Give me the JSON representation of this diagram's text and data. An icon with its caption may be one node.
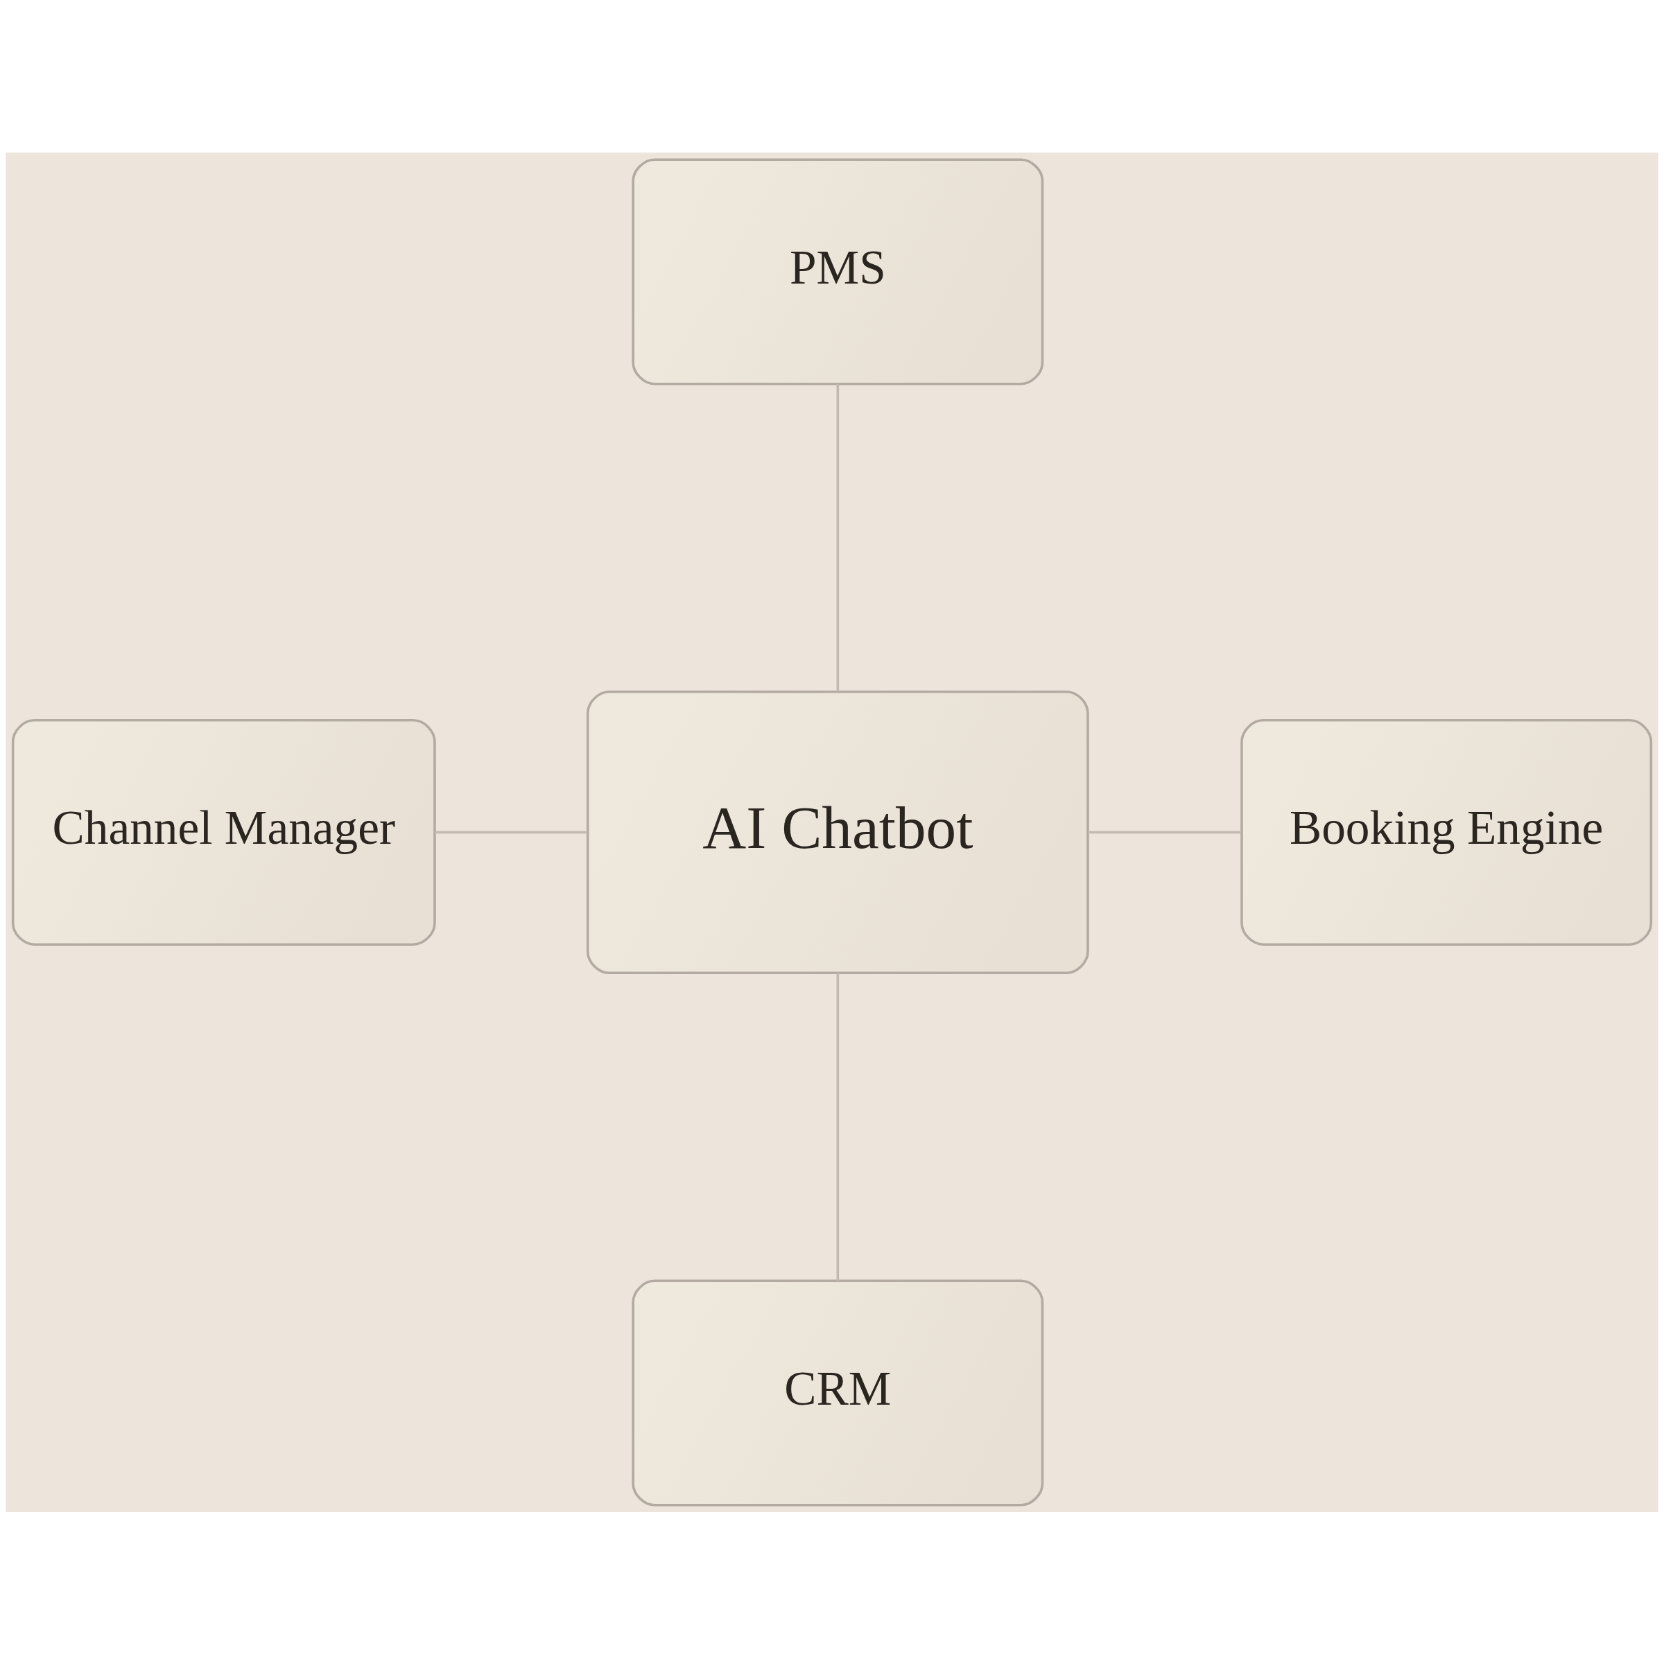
{
  "diagram": {
    "nodes": [
      {
        "text": [
          "PMS"
        ]
      },
      {
        "text": [
          "Channel Manager"
        ]
      },
      {
        "text": [
          "AI Chatbot"
        ]
      },
      {
        "text": [
          "Booking Engine"
        ]
      },
      {
        "text": [
          "CRM"
        ]
      }
    ],
    "edges": [
      {
        "from": 0,
        "to": 2,
        "arrow": "none"
      },
      {
        "from": 1,
        "to": 2,
        "arrow": "none"
      },
      {
        "from": 2,
        "to": 3,
        "arrow": "none"
      },
      {
        "from": 2,
        "to": 4,
        "arrow": "none"
      }
    ]
  }
}
